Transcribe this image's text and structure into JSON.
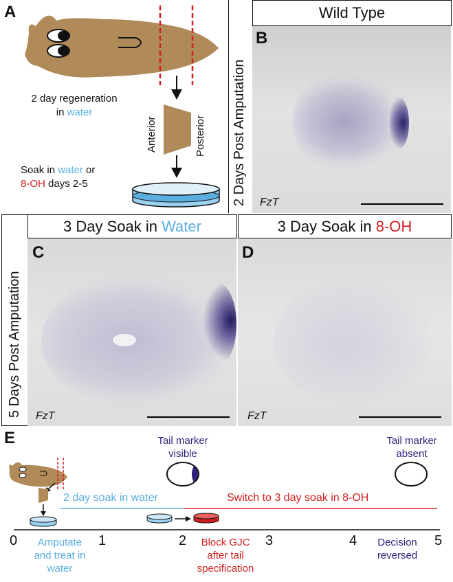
{
  "panel_a": {
    "label": "A",
    "step1_line1": "2 day regeneration",
    "step1_in": "in ",
    "step1_water": "water",
    "anterior": "Anterior",
    "posterior": "Posterior",
    "soak_prefix": "Soak in ",
    "soak_water": "water",
    "soak_or": " or",
    "soak_8oh": "8-OH",
    "soak_days": " days 2-5"
  },
  "panel_b": {
    "label": "B",
    "header": "Wild Type",
    "side_label": "2 Days Post Amputation",
    "gene": "FzT"
  },
  "panel_cd": {
    "side_label": "5 Days Post Amputation",
    "c_label": "C",
    "c_header_prefix": "3 Day Soak in ",
    "c_header_water": "Water",
    "c_gene": "FzT",
    "d_label": "D",
    "d_header_prefix": "3 Day Soak in ",
    "d_header_8oh": "8-OH",
    "d_gene": "FzT"
  },
  "panel_e": {
    "label": "E",
    "marker_visible_1": "Tail marker",
    "marker_visible_2": "visible",
    "marker_absent_1": "Tail marker",
    "marker_absent_2": "absent",
    "soak_water": "2 day soak in water",
    "soak_8oh": "Switch to 3 day soak in 8-OH",
    "ticks": [
      "0",
      "1",
      "2",
      "3",
      "4",
      "5"
    ],
    "amputate_1": "Amputate",
    "amputate_2": "and treat in",
    "amputate_3": "water",
    "block_1": "Block GJC",
    "block_2": "after tail",
    "block_3": "specification",
    "decision_1": "Decision",
    "decision_2": "reversed"
  },
  "colors": {
    "water": "#5aaee0",
    "oh": "#d11f1f",
    "marker": "#2b1f7a",
    "worm": "#b08a58"
  }
}
